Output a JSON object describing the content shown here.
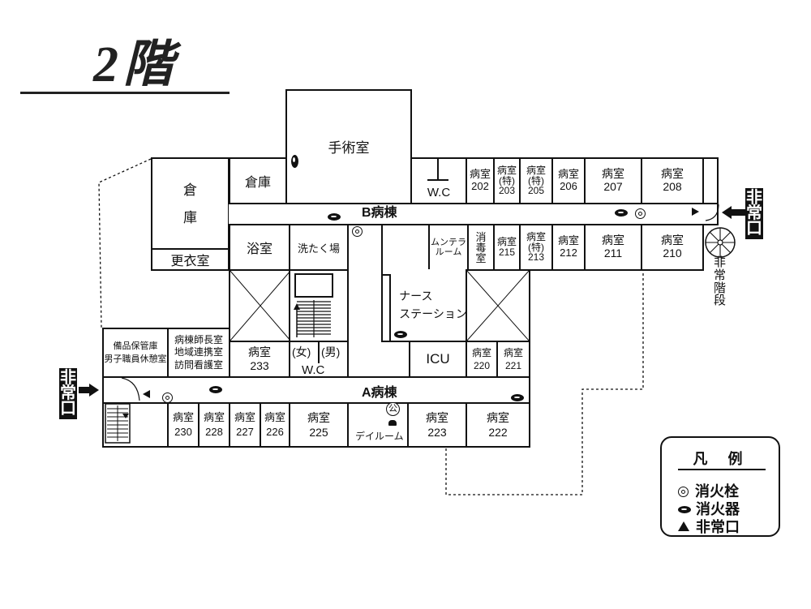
{
  "title": "2階",
  "rooms": {
    "operating": "手術室",
    "warehouse_left": "倉\n\n庫",
    "warehouse": "倉庫",
    "locker": "更衣室",
    "bath": "浴室",
    "laundry": "洗たく場",
    "wc_b": "W.C",
    "r202": "病室\n202",
    "r203": "病室\n(特)\n203",
    "r205": "病室\n(特)\n205",
    "r206": "病室\n206",
    "r207": "病室\n207",
    "r208": "病室\n208",
    "mental": "ムンテラ\nルーム",
    "disinfect": "消\n毒\n室",
    "r215": "病室\n215",
    "r213": "病室\n(特)\n213",
    "r212": "病室\n212",
    "r211": "病室\n211",
    "r210": "病室\n210",
    "nurse": "ナース\nステーション",
    "storage": "備品保管庫\n男子職員休憩室",
    "head_nurse": "病棟師長室\n地域連携室\n訪問看護室",
    "r233": "病室\n233",
    "wc_f": "(女)",
    "wc_m": "(男)",
    "wc_a": "W.C",
    "icu": "ICU",
    "r220": "病室\n220",
    "r221": "病室\n221",
    "r230": "病室\n230",
    "r228": "病室\n228",
    "r227": "病室\n227",
    "r226": "病室\n226",
    "r225": "病室\n225",
    "public_phone": "公",
    "dayroom": "デイルーム",
    "r223": "病室\n223",
    "r222": "病室\n222"
  },
  "corridors": {
    "b": "B病棟",
    "a": "A病棟"
  },
  "exits": {
    "right_block": "非\n常\n口",
    "left_block": "非\n常\n口",
    "stair_label": "非\n常\n階\n段"
  },
  "legend": {
    "title": "凡 例",
    "items": [
      {
        "symbol": "hydrant",
        "label": "消火栓"
      },
      {
        "symbol": "extinguisher",
        "label": "消火器"
      },
      {
        "symbol": "exit",
        "label": "非常口"
      }
    ]
  }
}
